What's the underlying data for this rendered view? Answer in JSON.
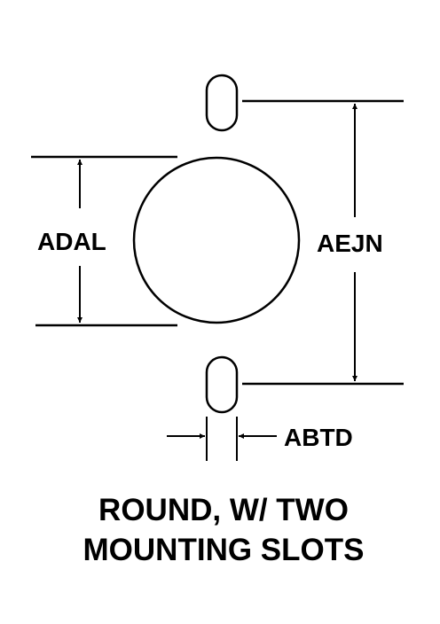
{
  "diagram": {
    "labels": {
      "circle_diameter": "ADAL",
      "slot_spacing": "AEJN",
      "slot_width": "ABTD"
    },
    "caption": {
      "line1": "ROUND, W/ TWO",
      "line2": "MOUNTING SLOTS"
    },
    "colors": {
      "ink": "#000000",
      "background": "#ffffff"
    }
  }
}
